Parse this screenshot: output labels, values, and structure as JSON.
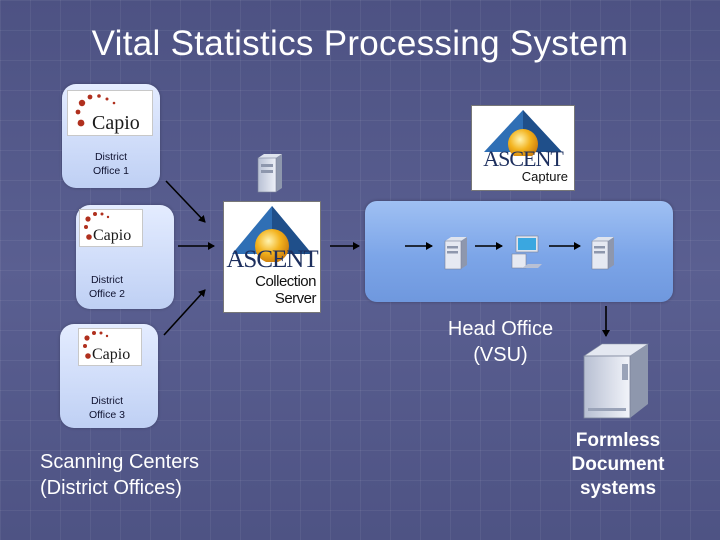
{
  "title": "Vital Statistics Processing System",
  "offices": [
    {
      "label": "District\nOffice 1",
      "logo_text": "Capio"
    },
    {
      "label": "District\nOffice 2",
      "logo_text": "Capio"
    },
    {
      "label": "District\nOffice 3",
      "logo_text": "Capio"
    }
  ],
  "collection_server": {
    "brand": "ASCENT",
    "line1": "Collection",
    "line2": "Server"
  },
  "capture": {
    "brand": "ASCENT",
    "product": "Capture"
  },
  "head_office_label": "Head Office\n(VSU)",
  "scanning_label": "Scanning Centers\n(District Offices)",
  "formless_label": "Formless\nDocument\nsystems",
  "colors": {
    "background": "#54598a",
    "panel": "#8cb3f0",
    "card": "#d3defa",
    "capio_red": "#b0301e"
  }
}
